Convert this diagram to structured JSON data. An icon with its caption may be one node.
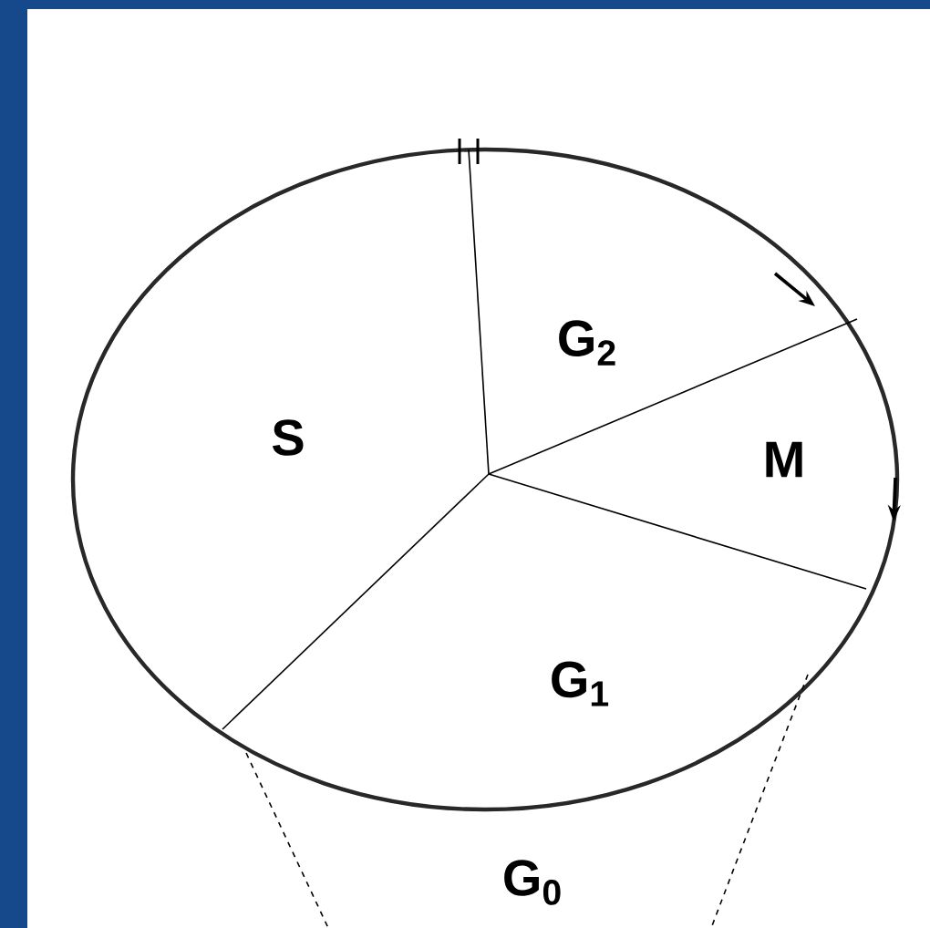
{
  "diagram": {
    "labels": [
      "S",
      "G$_{2}$",
      "M",
      "G$_{1}$",
      "G$_{0}$"
    ]
  }
}
